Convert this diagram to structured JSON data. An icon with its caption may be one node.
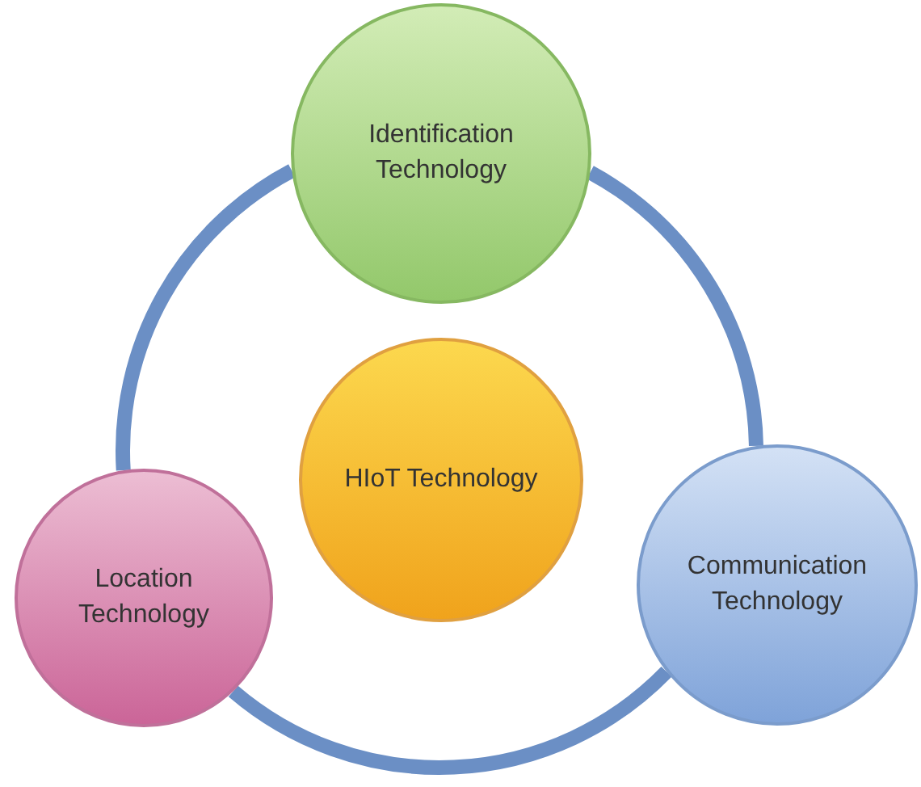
{
  "diagram": {
    "nodes": [
      {
        "text": [
          "Identification Technology"
        ]
      },
      {
        "text": [
          "HIoT Technology"
        ]
      },
      {
        "text": [
          "Location Technology"
        ]
      },
      {
        "text": [
          "Communication Technology"
        ]
      }
    ],
    "edges": [
      {
        "from": 0,
        "to": 3,
        "arrow": "none"
      },
      {
        "from": 3,
        "to": 2,
        "arrow": "none"
      },
      {
        "from": 2,
        "to": 0,
        "arrow": "none"
      }
    ]
  }
}
